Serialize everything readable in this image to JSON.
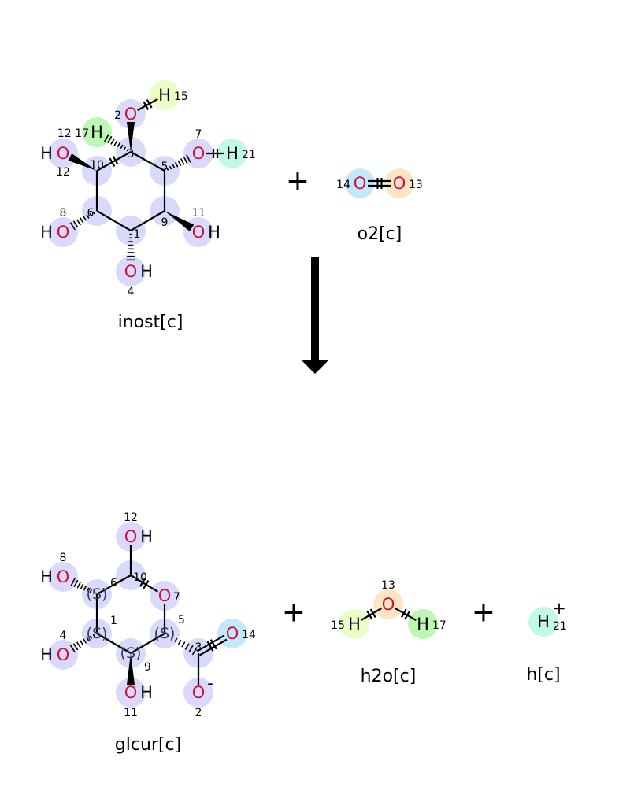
{
  "reaction": {
    "plus_sign": "+",
    "reactants": [
      {
        "id": "inost",
        "name": "inost[c]",
        "atoms": [
          {
            "id": "C3",
            "symbol": "",
            "map": "3"
          },
          {
            "id": "C5",
            "symbol": "",
            "map": "5"
          },
          {
            "id": "C9",
            "symbol": "",
            "map": "9"
          },
          {
            "id": "C1",
            "symbol": "",
            "map": "1"
          },
          {
            "id": "C6",
            "symbol": "",
            "map": "6"
          },
          {
            "id": "C10",
            "symbol": "",
            "map": "10"
          },
          {
            "id": "O2",
            "symbol": "O",
            "map": "2"
          },
          {
            "id": "H15",
            "symbol": "H",
            "map": "15",
            "highlight": "#ebfcc4"
          },
          {
            "id": "H17",
            "symbol": "H",
            "map": "12 17",
            "highlight": "#bdf7b4"
          },
          {
            "id": "O12",
            "symbol": "O",
            "hydrogen": "H",
            "map": "12"
          },
          {
            "id": "O7",
            "symbol": "O",
            "map": "7"
          },
          {
            "id": "H21",
            "symbol": "H",
            "map": "21",
            "highlight": "#c2f9e6"
          },
          {
            "id": "O8",
            "symbol": "O",
            "hydrogen": "H",
            "map": "8"
          },
          {
            "id": "O11",
            "symbol": "O",
            "hydrogen": "H",
            "map": "11"
          },
          {
            "id": "O4",
            "symbol": "O",
            "hydrogen": "H",
            "map": "4"
          }
        ]
      },
      {
        "id": "o2",
        "name": "o2[c]",
        "atoms": [
          {
            "id": "O14",
            "symbol": "O",
            "map": "14",
            "highlight": "#c4e8fb"
          },
          {
            "id": "O13",
            "symbol": "O",
            "map": "13",
            "highlight": "#fde5c4"
          }
        ]
      }
    ],
    "products": [
      {
        "id": "glcur",
        "name": "glcur[c]",
        "atoms": [
          {
            "id": "C10",
            "symbol": "",
            "map": "10"
          },
          {
            "id": "C6",
            "symbol": "",
            "map": "6",
            "stereo": "(S)"
          },
          {
            "id": "C1",
            "symbol": "",
            "map": "1",
            "stereo": "(S)"
          },
          {
            "id": "C9",
            "symbol": "",
            "map": "9",
            "stereo": "(S)"
          },
          {
            "id": "C5",
            "symbol": "",
            "map": "5",
            "stereo": "(S)"
          },
          {
            "id": "O7",
            "symbol": "O",
            "map": "7"
          },
          {
            "id": "C3",
            "symbol": "",
            "map": "3"
          },
          {
            "id": "O14",
            "symbol": "O",
            "map": "14",
            "highlight": "#c4e8fb"
          },
          {
            "id": "O2",
            "symbol": "O",
            "map": "2",
            "charge": "-"
          },
          {
            "id": "O12",
            "symbol": "O",
            "hydrogen": "H",
            "map": "12"
          },
          {
            "id": "O8",
            "symbol": "O",
            "hydrogen": "H",
            "map": "8"
          },
          {
            "id": "O4",
            "symbol": "O",
            "hydrogen": "H",
            "map": "4"
          },
          {
            "id": "O11",
            "symbol": "O",
            "hydrogen": "H",
            "map": "11"
          }
        ]
      },
      {
        "id": "h2o",
        "name": "h2o[c]",
        "atoms": [
          {
            "id": "O13",
            "symbol": "O",
            "map": "13",
            "highlight": "#fde5c4"
          },
          {
            "id": "H15",
            "symbol": "H",
            "map": "15",
            "highlight": "#ebfcc4"
          },
          {
            "id": "H17",
            "symbol": "H",
            "map": "17",
            "highlight": "#bdf7b4"
          }
        ]
      },
      {
        "id": "h",
        "name": "h[c]",
        "atoms": [
          {
            "id": "H21",
            "symbol": "H",
            "map": "21",
            "charge": "+",
            "highlight": "#c2f9e6"
          }
        ]
      }
    ]
  },
  "colors": {
    "default_highlight": "#d9d9fc",
    "oxygen": "#d0103a",
    "hydrogen": "#000000",
    "bond": "#000000"
  }
}
